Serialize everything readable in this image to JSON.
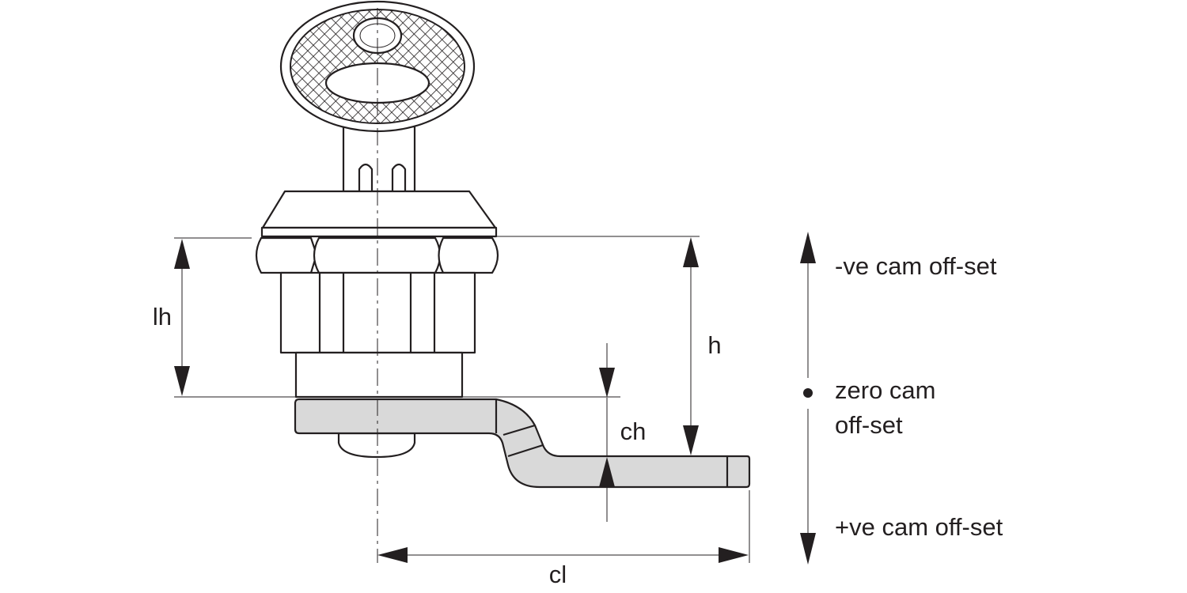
{
  "dimensions": {
    "lh": "lh",
    "h": "h",
    "ch": "ch",
    "cl": "cl"
  },
  "cam_offset_legend": {
    "negative": "-ve cam off-set",
    "zero_line1": "zero cam",
    "zero_line2": "off-set",
    "positive": "+ve cam off-set"
  },
  "colors": {
    "line": "#231f20",
    "cam_fill": "#d9d9d9",
    "background": "#ffffff"
  }
}
